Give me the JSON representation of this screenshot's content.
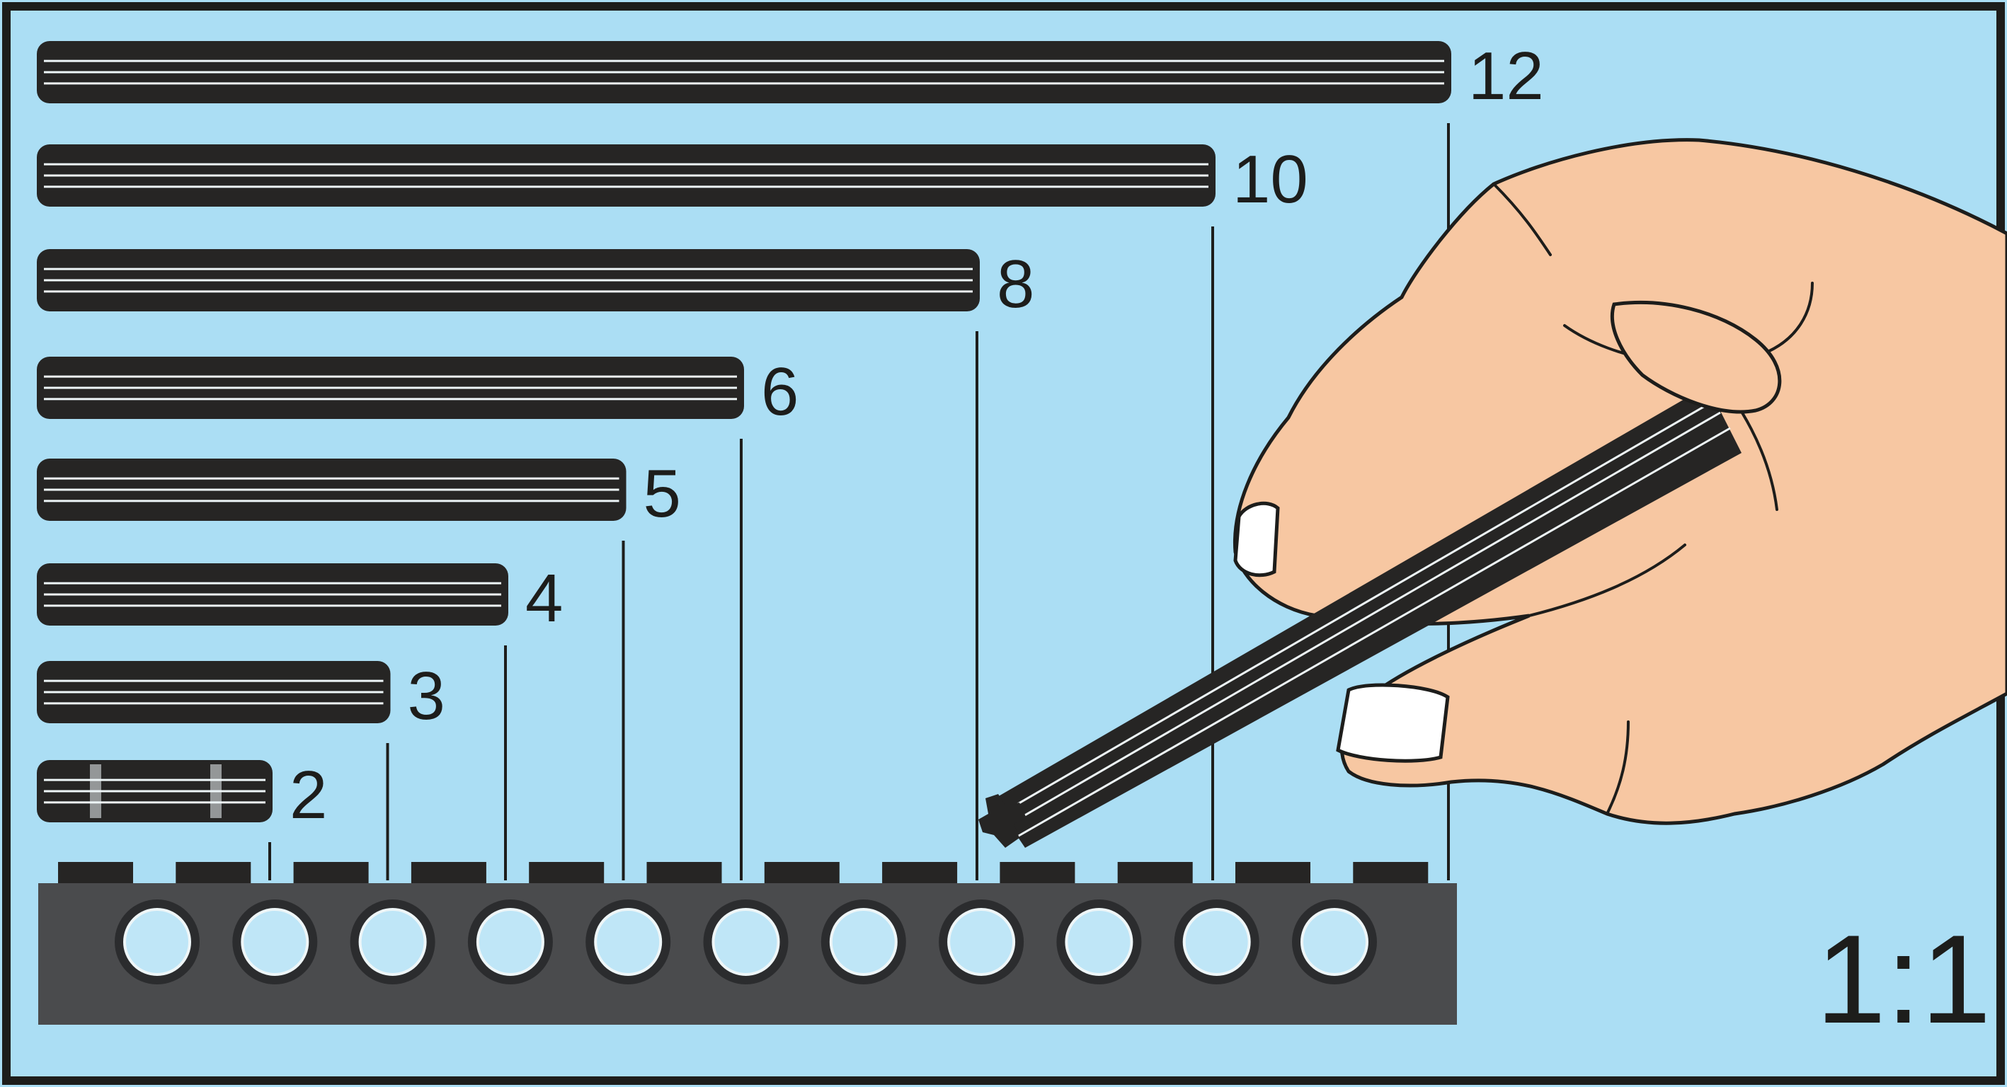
{
  "colors": {
    "background": "#abdef4",
    "frame": "#1d1d1b",
    "axle": "#262524",
    "axle_groove": "#eef6f8",
    "beam": "#4a4b4d",
    "beam_hole_ring": "#2b2c2e",
    "beam_hole": "#bfe6f7",
    "leader_line": "#1d1d1b",
    "skin": "#f7c7a2",
    "skin_outline": "#1d1d1b",
    "nail": "#ffffff"
  },
  "diagram": {
    "scale": "1:1",
    "beam": {
      "holes": 11,
      "studs": 12
    },
    "axles": [
      {
        "length": 12,
        "label": "12"
      },
      {
        "length": 10,
        "label": "10"
      },
      {
        "length": 8,
        "label": "8"
      },
      {
        "length": 6,
        "label": "6"
      },
      {
        "length": 5,
        "label": "5"
      },
      {
        "length": 4,
        "label": "4"
      },
      {
        "length": 3,
        "label": "3"
      },
      {
        "length": 2,
        "label": "2"
      }
    ],
    "hand": {
      "icon": "hand-holding-axle-icon"
    }
  }
}
